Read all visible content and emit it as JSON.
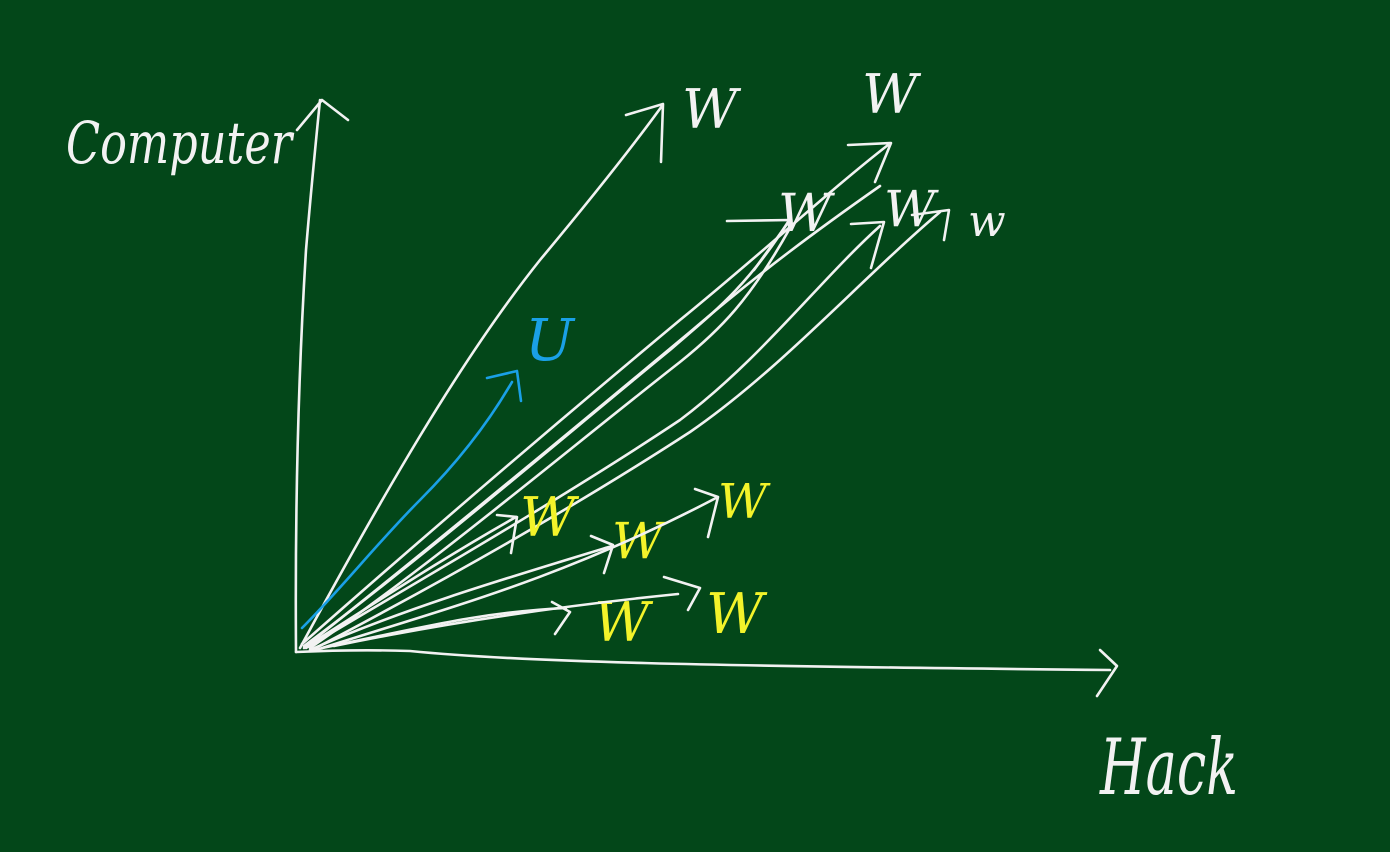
{
  "colors": {
    "background": "#034719",
    "chalk_white": "#f2f2f2",
    "chalk_yellow": "#f3f32a",
    "chalk_blue": "#1aa0e6"
  },
  "axes": {
    "y_label": "Computer",
    "x_label": "Hack"
  },
  "vectors": [
    {
      "label": "W",
      "color": "white"
    },
    {
      "label": "W",
      "color": "white"
    },
    {
      "label": "W",
      "color": "white"
    },
    {
      "label": "W",
      "color": "white"
    },
    {
      "label": "w",
      "color": "white"
    },
    {
      "label": "W",
      "color": "yellow"
    },
    {
      "label": "W",
      "color": "yellow"
    },
    {
      "label": "W",
      "color": "yellow"
    },
    {
      "label": "W",
      "color": "yellow"
    },
    {
      "label": "W",
      "color": "yellow"
    },
    {
      "label": "U",
      "color": "blue"
    }
  ]
}
